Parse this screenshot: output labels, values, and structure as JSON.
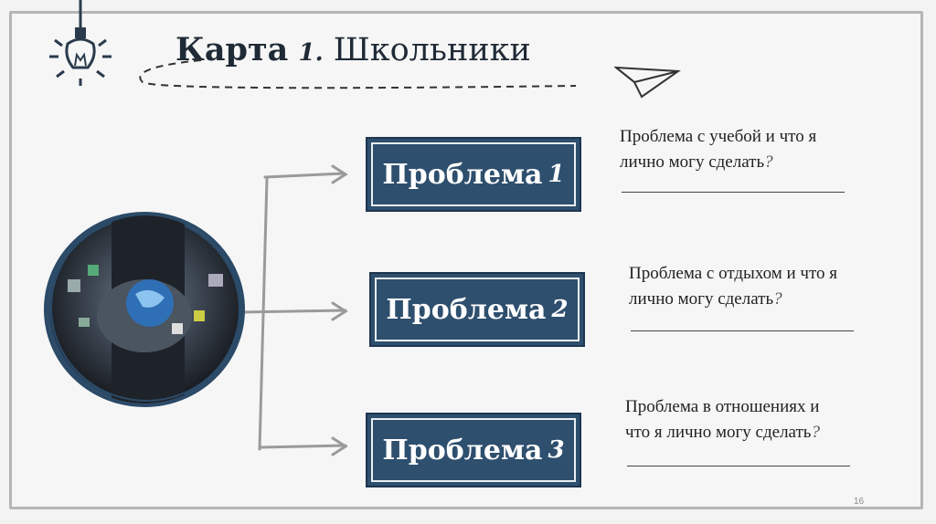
{
  "title": {
    "bold": "Карта",
    "num": "1.",
    "rest": "Школьники"
  },
  "problems": [
    {
      "label": "Проблема",
      "num": "1",
      "question_lines": [
        "Проблема с учебой и что я",
        "лично могу сделать"
      ],
      "qmark": "?"
    },
    {
      "label": "Проблема",
      "num": "2",
      "question_lines": [
        "Проблема с отдыхом и что я",
        "лично могу сделать"
      ],
      "qmark": "?"
    },
    {
      "label": "Проблема",
      "num": "3",
      "question_lines": [
        "Проблема в отношениях и",
        "что я лично могу сделать"
      ],
      "qmark": "?"
    }
  ],
  "page_number": "16",
  "colors": {
    "box": "#2e4f6e",
    "frame": "#b5b5b5",
    "title": "#1f2a36"
  },
  "icons": [
    "lightbulb-icon",
    "paper-plane-icon"
  ]
}
